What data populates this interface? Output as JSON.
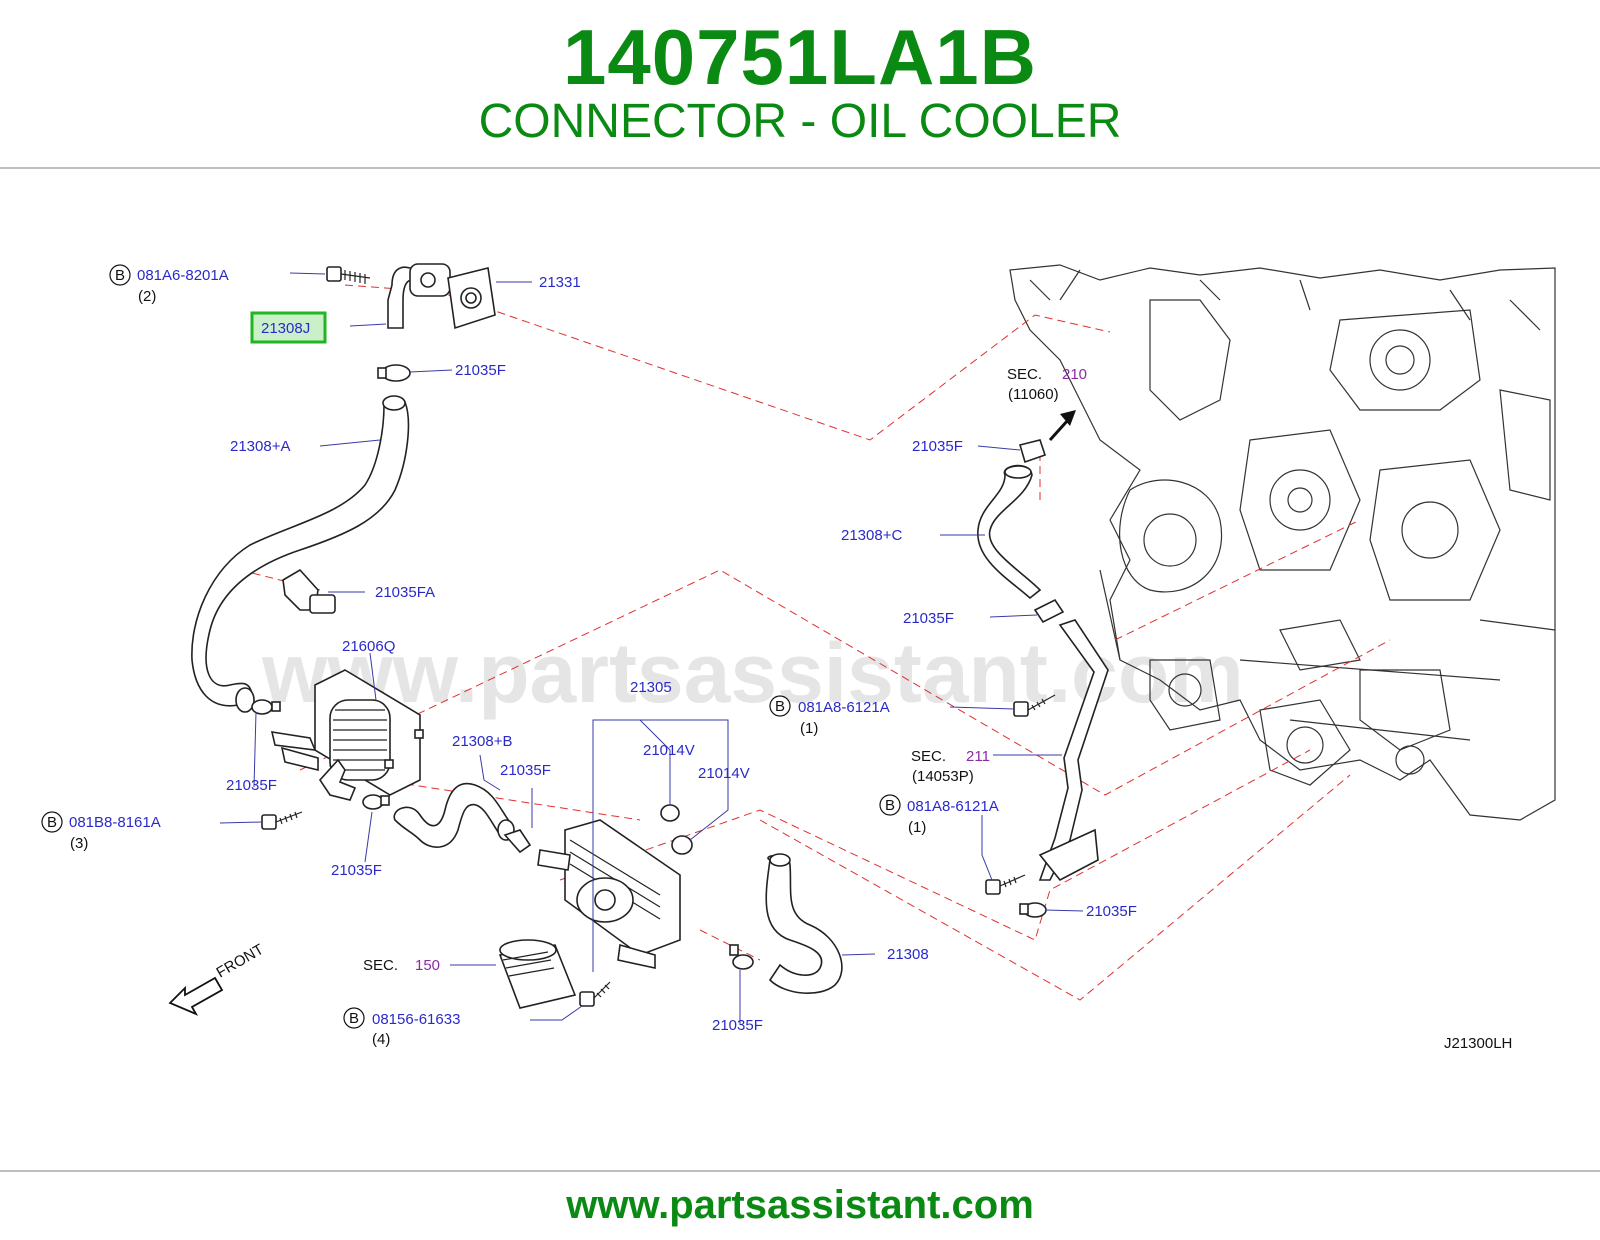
{
  "header": {
    "part_number": "140751LA1B",
    "part_name": "CONNECTOR - OIL COOLER"
  },
  "footer": {
    "url": "www.partsassistant.com"
  },
  "watermark": "www.partsassistant.com",
  "diagram": {
    "code": "J21300LH",
    "front_label": "FRONT",
    "highlighted_part": "21308J",
    "labels": {
      "bolt_081A6": "081A6-8201A",
      "bolt_081A6_qty": "(2)",
      "p21331": "21331",
      "p21308J": "21308J",
      "p21035F_a": "21035F",
      "p21308A": "21308+A",
      "p21035FA": "21035FA",
      "p21606Q": "21606Q",
      "p21035F_b": "21035F",
      "bolt_081B8": "081B8-8161A",
      "bolt_081B8_qty": "(3)",
      "p21308B": "21308+B",
      "p21035F_c": "21035F",
      "p21035F_d": "21035F",
      "p21305": "21305",
      "p21014V_a": "21014V",
      "p21014V_b": "21014V",
      "sec150_prefix": "SEC.",
      "sec150_num": "150",
      "bolt_08156": "08156-61633",
      "bolt_08156_qty": "(4)",
      "p21035F_e": "21035F",
      "p21308": "21308",
      "sec210_prefix": "SEC.",
      "sec210_num": "210",
      "sec210_ref": "(11060)",
      "p21035F_f": "21035F",
      "p21308C": "21308+C",
      "p21035F_g": "21035F",
      "bolt_081A8_a": "081A8-6121A",
      "bolt_081A8_a_qty": "(1)",
      "sec211_prefix": "SEC.",
      "sec211_num": "211",
      "sec211_ref": "(14053P)",
      "bolt_081A8_b": "081A8-6121A",
      "bolt_081A8_b_qty": "(1)",
      "p21035F_h": "21035F",
      "bolt_mark": "B"
    }
  }
}
